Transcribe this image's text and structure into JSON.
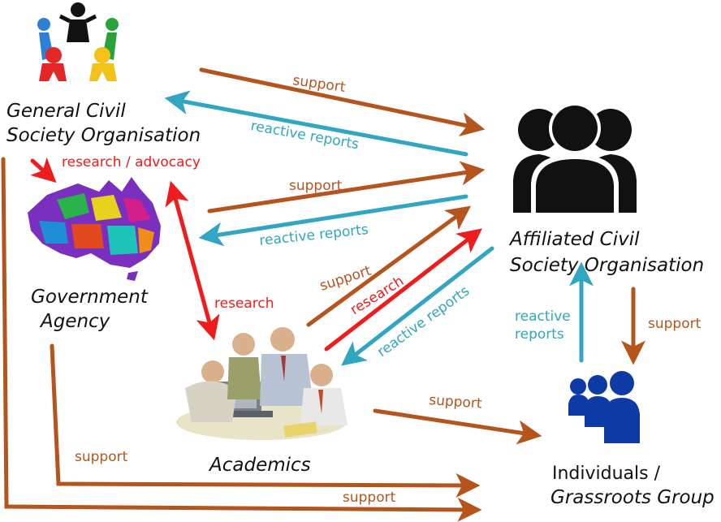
{
  "nodes": {
    "general_cso": {
      "label_line1": "General Civil",
      "label_line2": "Society Organisation",
      "icon": "people-circle-icon"
    },
    "government": {
      "label_line1": "Government",
      "label_line2": "Agency",
      "icon": "australia-map-icon"
    },
    "academics": {
      "label": "Academics",
      "icon": "academics-meeting-icon"
    },
    "affiliated_cso": {
      "label_line1": "Affiliated Civil",
      "label_line2": "Society Organisation",
      "icon": "group-people-icon"
    },
    "individuals": {
      "label_line1": "Individuals /",
      "label_line2": "Grassroots Group",
      "icon": "individuals-icon"
    }
  },
  "edges": {
    "support_general_to_affiliated": "support",
    "reactive_affiliated_to_general": "reactive reports",
    "support_gov_to_affiliated": "support",
    "reactive_affiliated_to_gov": "reactive reports",
    "research_advocacy_general_to_gov": "research / advocacy",
    "research_academics_gov": "research",
    "support_academics_to_affiliated": "support",
    "research_academics_to_affiliated": "research",
    "reactive_affiliated_to_academics": "reactive reports",
    "reactive_individuals_to_affiliated": "reactive reports",
    "support_affiliated_to_individuals": "support",
    "support_academics_to_individuals": "support",
    "support_gov_to_individuals": "support",
    "support_general_to_individuals": "support"
  },
  "colors": {
    "support": "#b5541c",
    "reactive": "#30a6c1",
    "research": "#ee1c1c",
    "icon_dark": "#111111",
    "icon_blue": "#0e3aa6"
  }
}
